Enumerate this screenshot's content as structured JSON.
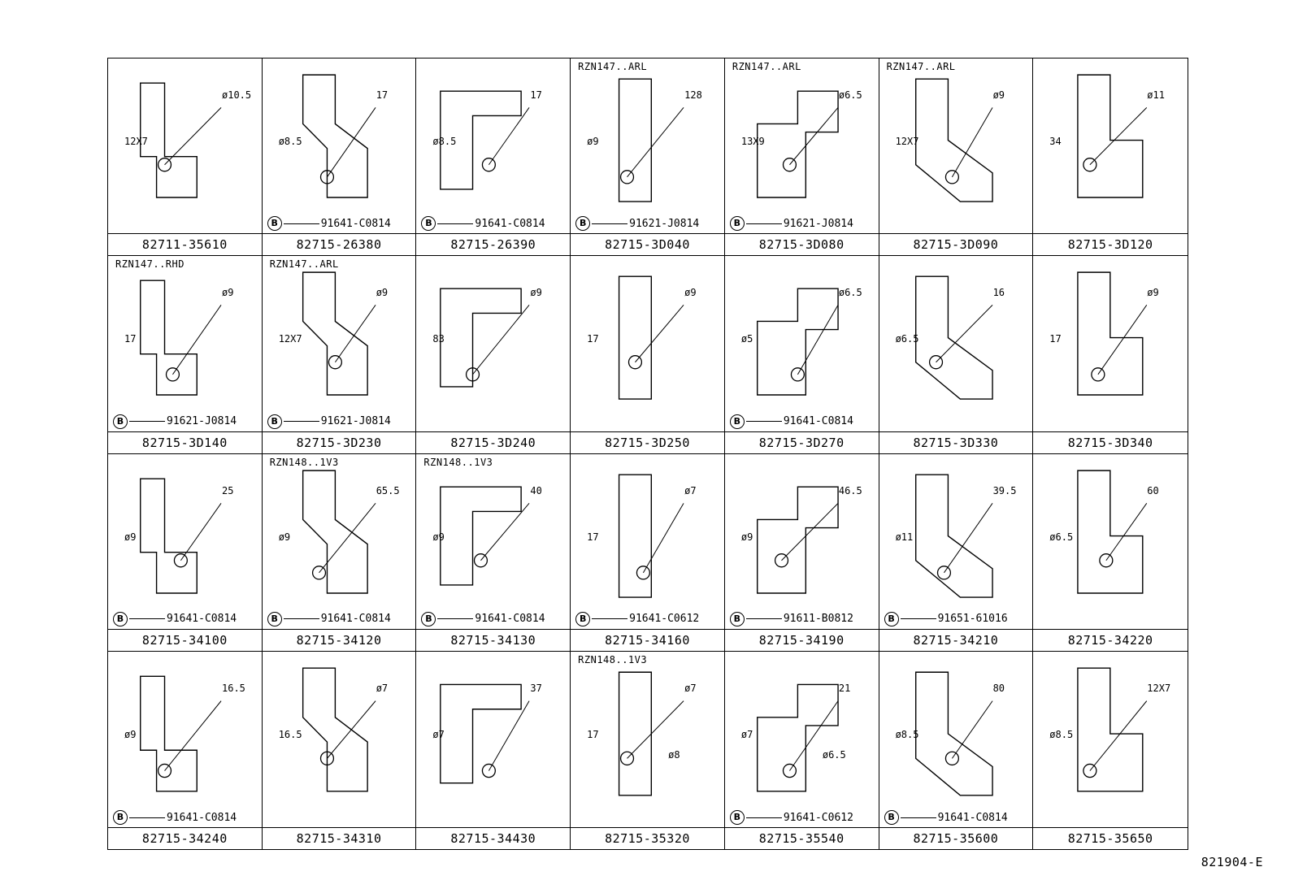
{
  "illustration_code": "821904-E",
  "cells": [
    {
      "part": "82711-35610",
      "variant": "",
      "bolt": "",
      "dims": [
        "ø10.5",
        "12X7"
      ]
    },
    {
      "part": "82715-26380",
      "variant": "",
      "bolt": "91641-C0814",
      "dims": [
        "17",
        "ø8.5"
      ]
    },
    {
      "part": "82715-26390",
      "variant": "",
      "bolt": "91641-C0814",
      "dims": [
        "17",
        "ø8.5"
      ]
    },
    {
      "part": "82715-3D040",
      "variant": "RZN147..ARL",
      "bolt": "91621-J0814",
      "dims": [
        "128",
        "ø9"
      ]
    },
    {
      "part": "82715-3D080",
      "variant": "RZN147..ARL",
      "bolt": "91621-J0814",
      "dims": [
        "ø6.5",
        "13X9"
      ]
    },
    {
      "part": "82715-3D090",
      "variant": "RZN147..ARL",
      "bolt": "",
      "dims": [
        "ø9",
        "12X7"
      ]
    },
    {
      "part": "82715-3D120",
      "variant": "",
      "bolt": "",
      "dims": [
        "ø11",
        "34"
      ]
    },
    {
      "part": "82715-3D140",
      "variant": "RZN147..RHD",
      "bolt": "91621-J0814",
      "dims": [
        "ø9",
        "17"
      ]
    },
    {
      "part": "82715-3D230",
      "variant": "RZN147..ARL",
      "bolt": "91621-J0814",
      "dims": [
        "ø9",
        "12X7"
      ]
    },
    {
      "part": "82715-3D240",
      "variant": "",
      "bolt": "",
      "dims": [
        "ø9",
        "83"
      ]
    },
    {
      "part": "82715-3D250",
      "variant": "",
      "bolt": "",
      "dims": [
        "ø9",
        "17"
      ]
    },
    {
      "part": "82715-3D270",
      "variant": "",
      "bolt": "91641-C0814",
      "dims": [
        "ø6.5",
        "ø5"
      ]
    },
    {
      "part": "82715-3D330",
      "variant": "",
      "bolt": "",
      "dims": [
        "16",
        "ø6.5"
      ]
    },
    {
      "part": "82715-3D340",
      "variant": "",
      "bolt": "",
      "dims": [
        "ø9",
        "17"
      ]
    },
    {
      "part": "82715-34100",
      "variant": "",
      "bolt": "91641-C0814",
      "dims": [
        "25",
        "ø9"
      ]
    },
    {
      "part": "82715-34120",
      "variant": "RZN148..1V3",
      "bolt": "91641-C0814",
      "dims": [
        "65.5",
        "ø9"
      ]
    },
    {
      "part": "82715-34130",
      "variant": "RZN148..1V3",
      "bolt": "91641-C0814",
      "dims": [
        "40",
        "ø9"
      ]
    },
    {
      "part": "82715-34160",
      "variant": "",
      "bolt": "91641-C0612",
      "dims": [
        "ø7",
        "17"
      ]
    },
    {
      "part": "82715-34190",
      "variant": "",
      "bolt": "91611-B0812",
      "dims": [
        "46.5",
        "ø9"
      ]
    },
    {
      "part": "82715-34210",
      "variant": "",
      "bolt": "91651-61016",
      "dims": [
        "39.5",
        "ø11"
      ]
    },
    {
      "part": "82715-34220",
      "variant": "",
      "bolt": "",
      "dims": [
        "60",
        "ø6.5"
      ]
    },
    {
      "part": "82715-34240",
      "variant": "",
      "bolt": "91641-C0814",
      "dims": [
        "16.5",
        "ø9"
      ]
    },
    {
      "part": "82715-34310",
      "variant": "",
      "bolt": "",
      "dims": [
        "ø7",
        "16.5"
      ]
    },
    {
      "part": "82715-34430",
      "variant": "",
      "bolt": "",
      "dims": [
        "37",
        "ø7"
      ]
    },
    {
      "part": "82715-35320",
      "variant": "RZN148..1V3",
      "bolt": "",
      "dims": [
        "ø7",
        "17",
        "ø8"
      ]
    },
    {
      "part": "82715-35540",
      "variant": "",
      "bolt": "91641-C0612",
      "dims": [
        "21",
        "ø7",
        "ø6.5"
      ]
    },
    {
      "part": "82715-35600",
      "variant": "",
      "bolt": "91641-C0814",
      "dims": [
        "80",
        "ø8.5"
      ]
    },
    {
      "part": "82715-35650",
      "variant": "",
      "bolt": "",
      "dims": [
        "12X7",
        "ø8.5"
      ]
    }
  ]
}
